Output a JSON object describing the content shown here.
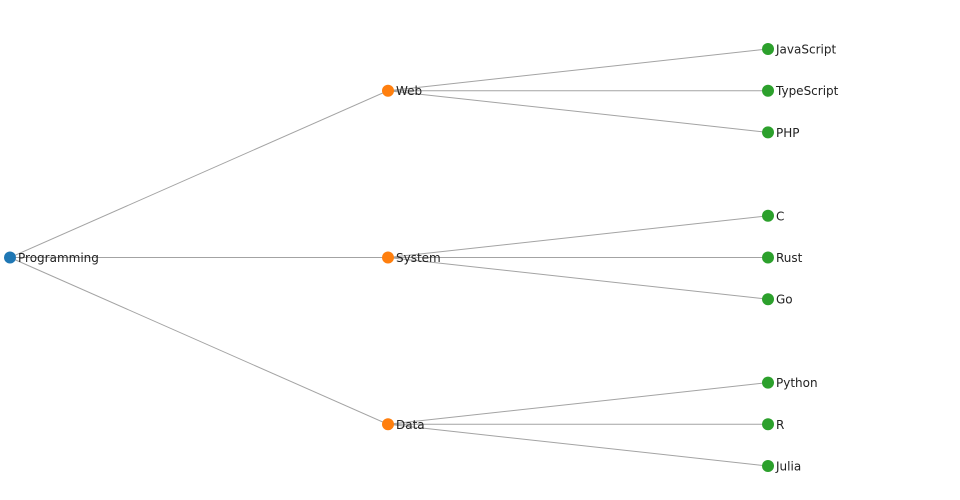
{
  "tree": {
    "colors": {
      "root": "#1f77b4",
      "branch": "#ff7f0e",
      "leaf": "#2ca02c",
      "link": "#999999"
    },
    "root": {
      "name": "Programming",
      "children": [
        {
          "name": "Web",
          "children": [
            {
              "name": "JavaScript"
            },
            {
              "name": "TypeScript"
            },
            {
              "name": "PHP"
            }
          ]
        },
        {
          "name": "System",
          "children": [
            {
              "name": "C"
            },
            {
              "name": "Rust"
            },
            {
              "name": "Go"
            }
          ]
        },
        {
          "name": "Data",
          "children": [
            {
              "name": "Python"
            },
            {
              "name": "R"
            },
            {
              "name": "Julia"
            }
          ]
        }
      ]
    }
  }
}
